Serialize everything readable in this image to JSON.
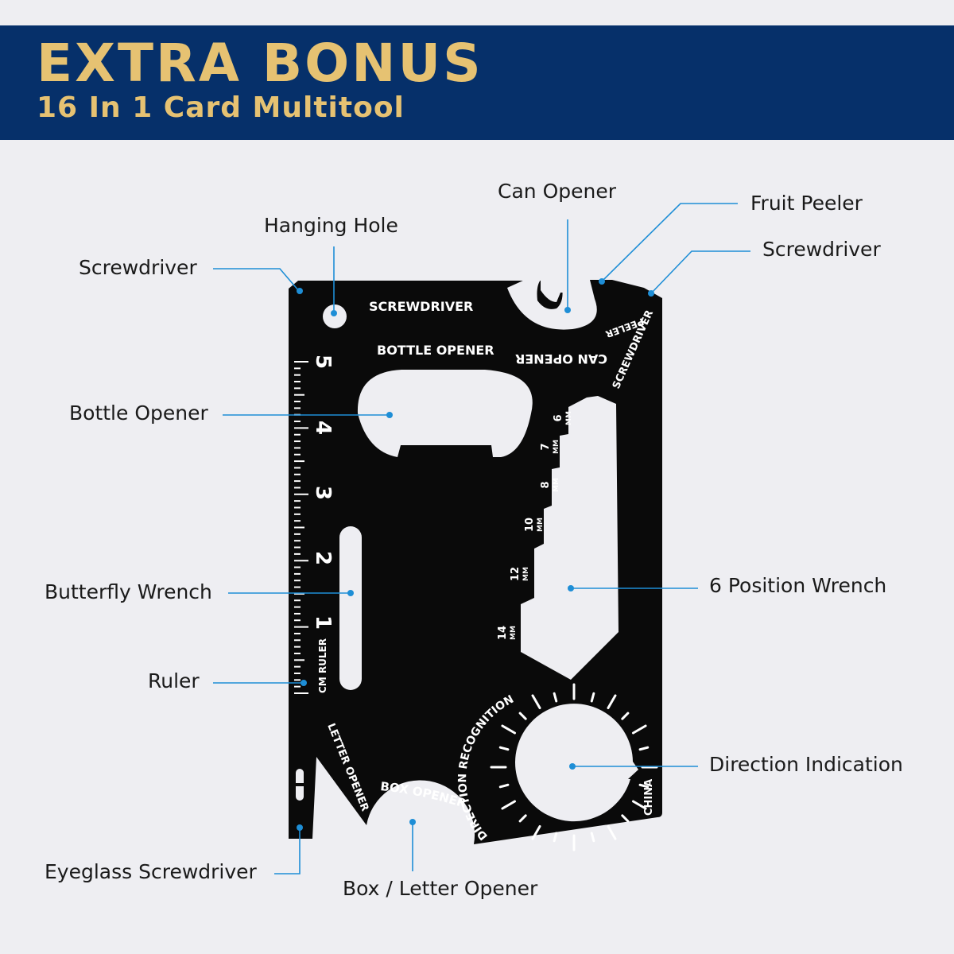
{
  "banner": {
    "title": "EXTRA BONUS",
    "subtitle": "16 In 1 Card Multitool"
  },
  "colors": {
    "banner_bg": "#06306a",
    "banner_text": "#e6c272",
    "background": "#eeeef2",
    "card": "#0a0a0a",
    "callout": "#1e8ed6"
  },
  "callouts": {
    "can_opener": "Can Opener",
    "fruit_peeler": "Fruit Peeler",
    "screwdriver_right": "Screwdriver",
    "hanging_hole": "Hanging Hole",
    "screwdriver_left": "Screwdriver",
    "bottle_opener": "Bottle Opener",
    "butterfly_wrench": "Butterfly Wrench",
    "six_position_wrench": "6 Position Wrench",
    "ruler": "Ruler",
    "direction_indication": "Direction Indication",
    "eyeglass_screwdriver": "Eyeglass Screwdriver",
    "box_letter_opener": "Box / Letter Opener"
  },
  "card_text": {
    "screwdriver": "SCREWDRIVER",
    "bottle_opener": "BOTTLE OPENER",
    "can_opener": "CAN OPENER",
    "peeler": "PEELER",
    "screwdriver_edge": "SCREWDRIVER",
    "cm_ruler": "CM RULER",
    "letter_opener": "LETTER OPENER",
    "box_opener": "BOX OPENER",
    "direction_recognition": "DIRECTION RECOGNITION",
    "china": "CHINA",
    "ruler_numbers": [
      "5",
      "4",
      "3",
      "2",
      "1"
    ],
    "wrench_sizes": [
      {
        "num": "6",
        "unit": "MM"
      },
      {
        "num": "7",
        "unit": "MM"
      },
      {
        "num": "8",
        "unit": "MM"
      },
      {
        "num": "10",
        "unit": "MM"
      },
      {
        "num": "12",
        "unit": "MM"
      },
      {
        "num": "14",
        "unit": "MM"
      }
    ]
  }
}
